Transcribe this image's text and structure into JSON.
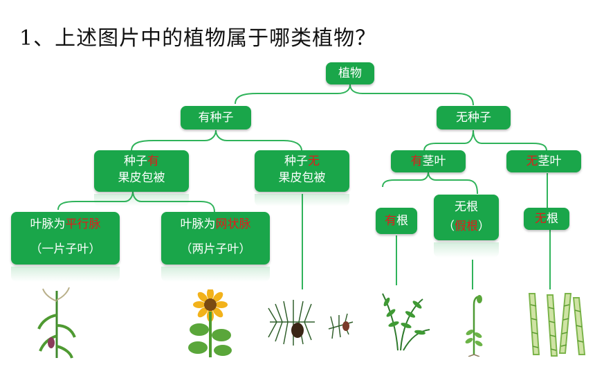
{
  "question": "1、上述图片中的植物属于哪类植物？",
  "tree": {
    "root": {
      "label": "植物"
    },
    "seed": {
      "label": "有种子"
    },
    "noseed": {
      "label": "无种子"
    },
    "angio": {
      "line1_a": "种子",
      "line1_b": "有",
      "line2": "果皮包被"
    },
    "gymno": {
      "line1_a": "种子",
      "line1_b": "无",
      "line2": "果皮包被"
    },
    "stem_leaf": {
      "a": "有",
      "b": "茎叶"
    },
    "no_stem_leaf": {
      "a": "无",
      "b": "茎叶"
    },
    "mono": {
      "line1_a": "叶脉为",
      "line1_b": "平行脉",
      "line2": "（一片子叶）"
    },
    "dicot": {
      "line1_a": "叶脉为",
      "line1_b": "网状脉",
      "line2": "（两片子叶）"
    },
    "has_root": {
      "a": "有",
      "b": "根"
    },
    "no_root": {
      "line1": "无根",
      "line2_a": "（",
      "line2_b": "假根",
      "line2_c": "）"
    },
    "alga_no_root": {
      "a": "无",
      "b": "根"
    }
  },
  "colors": {
    "node": "#1aa64a",
    "highlight": "#e01b1b",
    "line": "#2fb35a"
  },
  "plants": [
    "corn-icon",
    "sunflower-icon",
    "pine-icon",
    "fern-icon",
    "moss-icon",
    "algae-icon"
  ]
}
